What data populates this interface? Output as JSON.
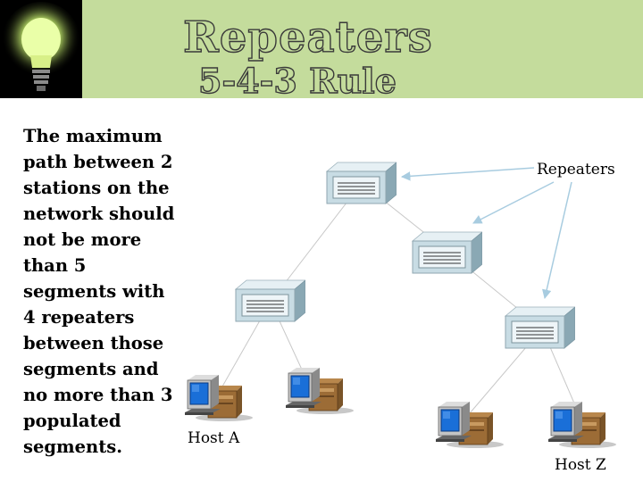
{
  "slide": {
    "title": "Repeaters",
    "subtitle": "5-4-3 Rule",
    "body": "The maximum path between 2 stations on the network should not be more than 5 segments with 4 repeaters between those segments and no more than 3 populated segments."
  },
  "diagram": {
    "repeaters_label": "Repeaters",
    "host_a_label": "Host A",
    "host_z_label": "Host Z"
  },
  "colors": {
    "header_bg": "#c4dc9c",
    "repeater_front": "#c8dce4",
    "link_line": "#c8c8c8",
    "arrow": "#a8cce0"
  },
  "icons": [
    "lightbulb-icon",
    "repeater-icon",
    "computer-icon"
  ]
}
